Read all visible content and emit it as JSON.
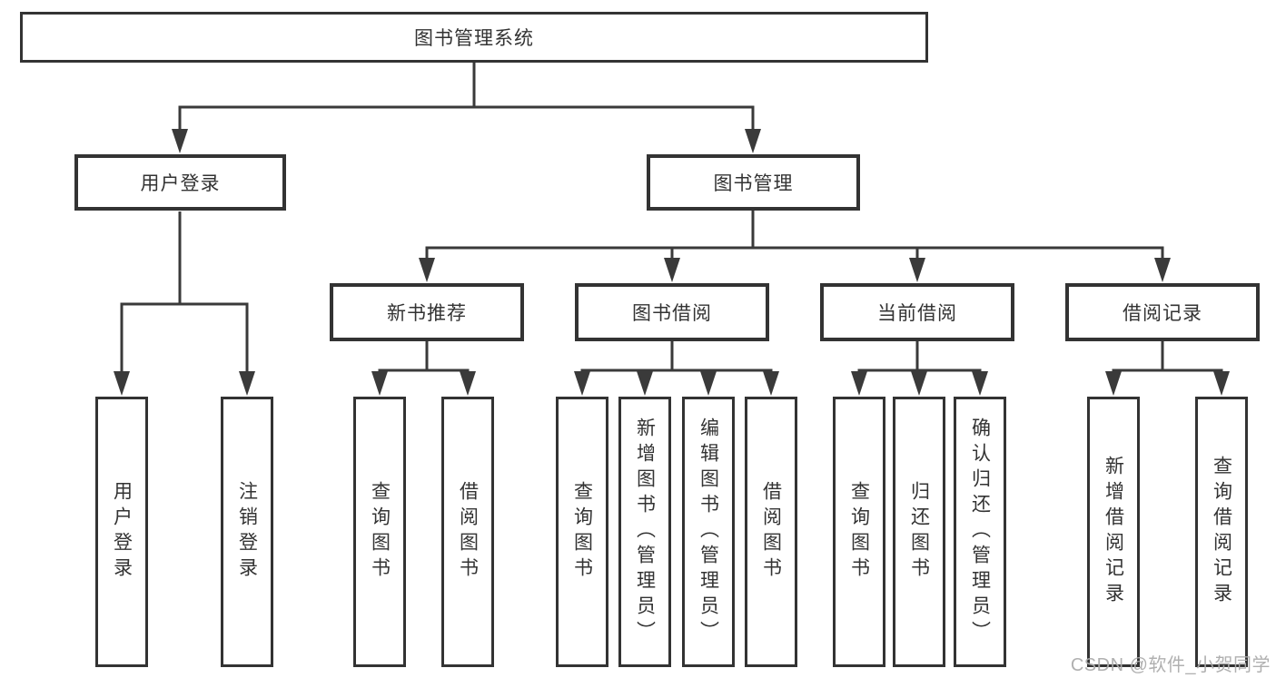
{
  "tree": {
    "root": {
      "label": "图书管理系统"
    },
    "branches": [
      {
        "label": "用户登录",
        "children": [
          "用户登录",
          "注销登录"
        ]
      },
      {
        "label": "图书管理",
        "groups": [
          {
            "label": "新书推荐",
            "children": [
              "查询图书",
              "借阅图书"
            ]
          },
          {
            "label": "图书借阅",
            "children": [
              "查询图书",
              "新增图书（管理员）",
              "编辑图书（管理员）",
              "借阅图书"
            ]
          },
          {
            "label": "当前借阅",
            "children": [
              "查询图书",
              "归还图书",
              "确认归还（管理员）"
            ]
          },
          {
            "label": "借阅记录",
            "children": [
              "新增借阅记录",
              "查询借阅记录"
            ]
          }
        ]
      }
    ]
  },
  "colors": {
    "line": "#3a3a3a",
    "box_border": "#333333",
    "text": "#333333",
    "watermark": "#acacac"
  },
  "watermark": {
    "text": "CSDN @软件_小贺同学"
  }
}
